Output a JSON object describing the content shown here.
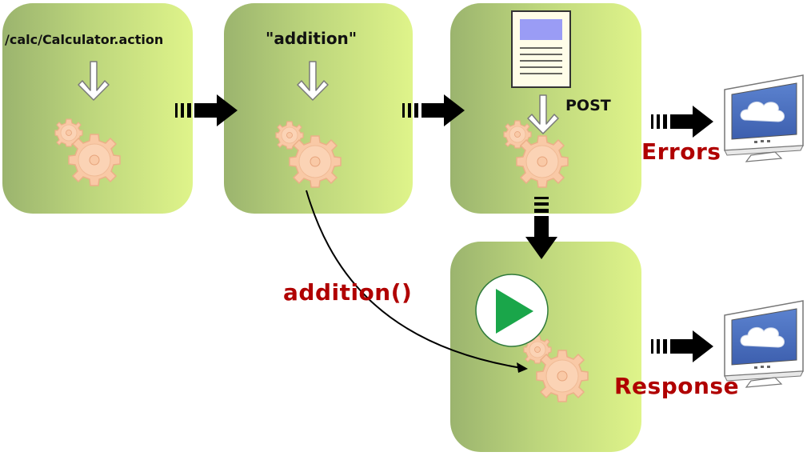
{
  "labels": {
    "url": "/calc/Calculator.action",
    "event": "\"addition\"",
    "post": "POST",
    "errors": "Errors",
    "method": "addition()",
    "response": "Response"
  },
  "colors": {
    "box_left": "#9bb46e",
    "box_right": "#d8ef84",
    "gear": "#f9c9a6",
    "gear_stroke": "#ebb088",
    "arrow": "#000000",
    "play": "#1aa64a",
    "label_red": "#b00000",
    "monitor_screen": "#4a6fbf"
  }
}
